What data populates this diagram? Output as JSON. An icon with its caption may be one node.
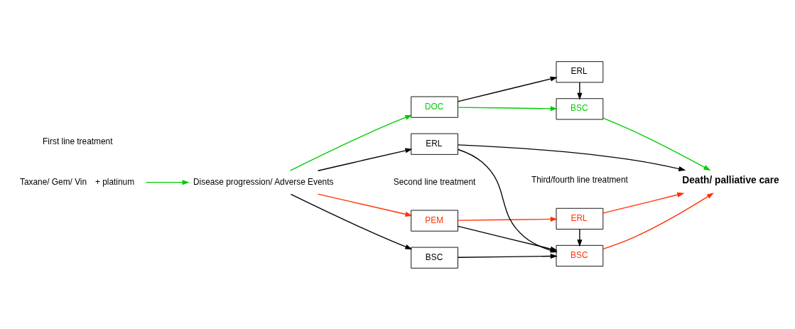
{
  "diagram": {
    "nodes": [
      {
        "text": [
          "Taxane/ Gem/ Vin",
          "+ platinum"
        ]
      },
      {
        "text": [
          "Disease progression/ Adverse Events"
        ]
      },
      {
        "text": [
          "PEM"
        ]
      },
      {
        "text": [
          "BSC"
        ]
      },
      {
        "text": [
          "ERL"
        ]
      },
      {
        "text": [
          "DOC"
        ]
      },
      {
        "text": [
          "ERL"
        ]
      },
      {
        "text": [
          "BSC"
        ]
      },
      {
        "text": [
          "BSC"
        ]
      },
      {
        "text": [
          "ERL"
        ]
      },
      {
        "text": [
          "Death/ palliative care"
        ]
      }
    ],
    "edges": [
      {
        "from": 0,
        "to": 1,
        "arrow": "to",
        "color": "#00cc00"
      },
      {
        "from": 1,
        "to": 2,
        "arrow": "to",
        "color": "#ff3300"
      },
      {
        "from": 1,
        "to": 3,
        "arrow": "to"
      },
      {
        "from": 1,
        "to": 4,
        "arrow": "to"
      },
      {
        "from": 1,
        "to": 5,
        "arrow": "to",
        "color": "#00cc00"
      },
      {
        "from": 2,
        "to": 6,
        "arrow": "to",
        "color": "#ff3300"
      },
      {
        "from": 2,
        "to": 7,
        "arrow": "to"
      },
      {
        "from": 6,
        "to": 7,
        "arrow": "to"
      },
      {
        "from": 3,
        "to": 7,
        "arrow": "to"
      },
      {
        "from": 4,
        "to": 7,
        "arrow": "to"
      },
      {
        "from": 4,
        "to": 10,
        "arrow": "to"
      },
      {
        "from": 6,
        "to": 10,
        "arrow": "to",
        "color": "#ff3300"
      },
      {
        "from": 7,
        "to": 10,
        "arrow": "to",
        "color": "#ff3300"
      },
      {
        "from": 5,
        "to": 8,
        "arrow": "to",
        "color": "#00cc00"
      },
      {
        "from": 5,
        "to": 9,
        "arrow": "to"
      },
      {
        "from": 9,
        "to": 8,
        "arrow": "to"
      },
      {
        "from": 8,
        "to": 10,
        "arrow": "to",
        "color": "#00cc00"
      }
    ],
    "labels": [
      "First line treatment",
      "Second line treatment",
      "Third/fourth line treatment"
    ]
  }
}
